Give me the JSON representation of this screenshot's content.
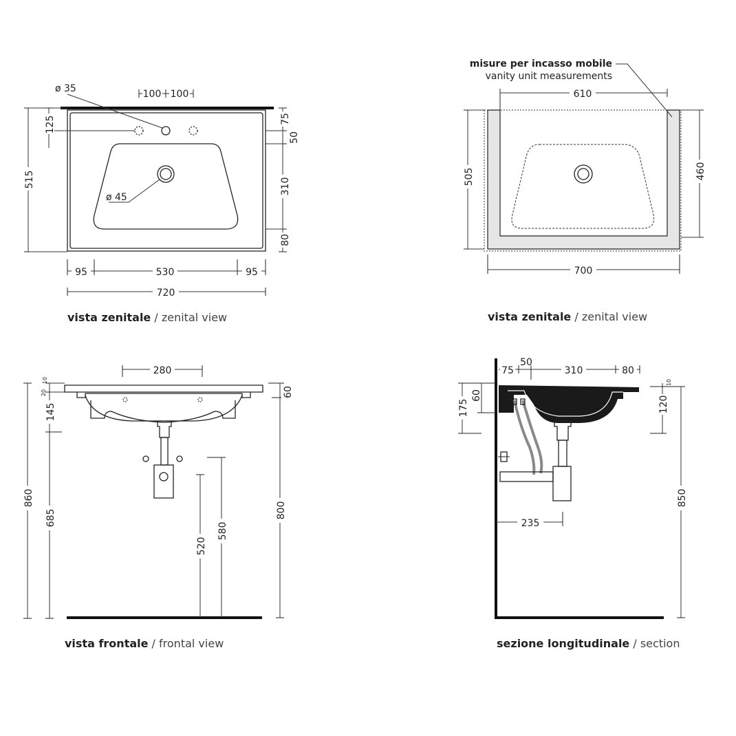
{
  "views": {
    "top_left": {
      "hole_diameter": "ø 35",
      "drain_diameter": "ø 45",
      "dim_100_a": "100",
      "dim_100_b": "100",
      "dim_125": "125",
      "dim_515": "515",
      "dim_75": "75",
      "dim_50": "50",
      "dim_310": "310",
      "dim_80": "80",
      "dim_95_left": "95",
      "dim_530": "530",
      "dim_95_right": "95",
      "dim_720": "720",
      "caption_bold": "vista zenitale",
      "caption_sep": " / ",
      "caption_light": "zenital view"
    },
    "top_right": {
      "note_bold": "misure per incasso mobile",
      "note_light": "vanity unit measurements",
      "dim_610": "610",
      "dim_505": "505",
      "dim_460": "460",
      "dim_700": "700",
      "caption_bold": "vista zenitale",
      "caption_sep": " / ",
      "caption_light": "zenital view"
    },
    "bottom_left": {
      "dim_280": "280",
      "dim_20": "20",
      "dim_10": "10",
      "dim_60": "60",
      "dim_145": "145",
      "dim_860": "860",
      "dim_685": "685",
      "dim_520": "520",
      "dim_580": "580",
      "dim_800": "800",
      "caption_bold": "vista frontale",
      "caption_sep": " / ",
      "caption_light": "frontal view"
    },
    "bottom_right": {
      "dim_75": "75",
      "dim_50": "50",
      "dim_310": "310",
      "dim_80": "80",
      "dim_175": "175",
      "dim_60": "60",
      "dim_10": "10",
      "dim_120": "120",
      "dim_235": "235",
      "dim_850": "850",
      "caption_bold": "sezione longitudinale",
      "caption_sep": " / ",
      "caption_light": "section"
    }
  },
  "colors": {
    "line": "#222222",
    "cabinet_fill": "#e6e6e6",
    "pipe": "#8a8a8a"
  }
}
